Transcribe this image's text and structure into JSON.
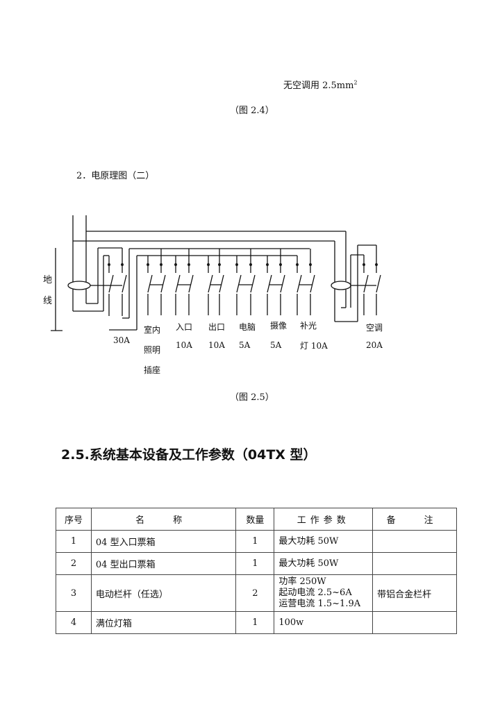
{
  "top_note": {
    "text": "无空调用 2.5mm",
    "sup": "2"
  },
  "fig_2_4_caption": "（图 2.4）",
  "section_title": "2．电原理图（二）",
  "diagram": {
    "ground_label_1": "地",
    "ground_label_2": "线",
    "branches": [
      {
        "name": "",
        "rating": "30A"
      },
      {
        "name": [
          "室内",
          "照明",
          "插座"
        ],
        "rating": ""
      },
      {
        "name": "入口",
        "rating": "10A"
      },
      {
        "name": "出口",
        "rating": "10A"
      },
      {
        "name": "电脑",
        "rating": "5A"
      },
      {
        "name": "摄像",
        "rating": "5A"
      },
      {
        "name": "补光",
        "rating": "灯 10A"
      },
      {
        "name": "空调",
        "rating": "20A"
      }
    ]
  },
  "fig_2_5_caption": "（图 2.5）",
  "heading": "2.5.系统基本设备及工作参数（04TX 型）",
  "table": {
    "headers": [
      "序号",
      "名　称",
      "数量",
      "工作参数",
      "备　注"
    ],
    "rows": [
      {
        "no": "1",
        "name": "04 型入口票箱",
        "qty": "1",
        "params": [
          "最大功耗 50W"
        ],
        "note": ""
      },
      {
        "no": "2",
        "name": "04 型出口票箱",
        "qty": "1",
        "params": [
          "最大功耗 50W"
        ],
        "note": ""
      },
      {
        "no": "3",
        "name": "电动栏杆（任选）",
        "qty": "2",
        "params": [
          "功率 250W",
          "起动电流 2.5~6A",
          "运营电流 1.5~1.9A"
        ],
        "note": "带铝合金栏杆"
      },
      {
        "no": "4",
        "name": "满位灯箱",
        "qty": "1",
        "params": [
          "100w"
        ],
        "note": ""
      }
    ]
  }
}
